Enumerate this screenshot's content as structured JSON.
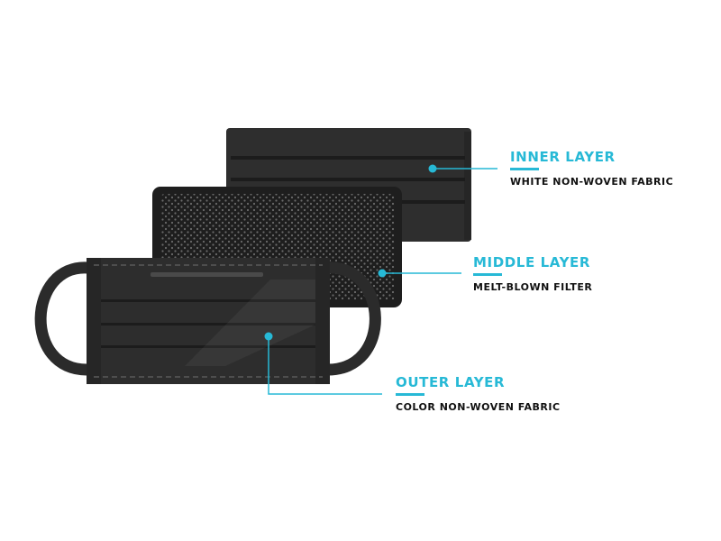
{
  "colors": {
    "accent": "#27b9d6",
    "layer_fill": "#2e2e2e",
    "layer_dark": "#232323",
    "stripe": "#1c1c1c",
    "dot": "#6a6a6a"
  },
  "layers": [
    {
      "id": "inner",
      "title": "INNER LAYER",
      "description": "WHITE NON-WOVEN FABRIC"
    },
    {
      "id": "middle",
      "title": "MIDDLE LAYER",
      "description": "MELT-BLOWN FILTER"
    },
    {
      "id": "outer",
      "title": "OUTER LAYER",
      "description": "COLOR NON-WOVEN FABRIC"
    }
  ]
}
